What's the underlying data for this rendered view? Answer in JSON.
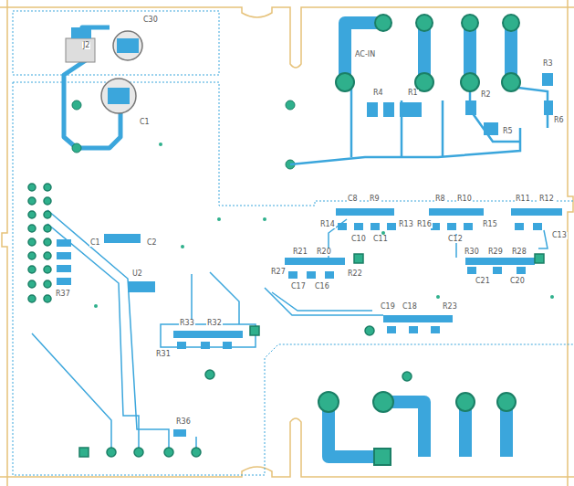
{
  "diagram": {
    "labels": [
      "J2",
      "C30",
      "C1",
      "AC-IN",
      "R4",
      "R1",
      "R2",
      "R3",
      "R5",
      "R6",
      "R14",
      "C8",
      "R9",
      "R13",
      "C10",
      "C11",
      "R16",
      "R8",
      "R10",
      "R15",
      "C12",
      "R11",
      "R12",
      "C13",
      "R27",
      "R21",
      "R20",
      "R22",
      "C17",
      "C16",
      "R30",
      "R29",
      "R28",
      "C21",
      "C20",
      "C19",
      "C18",
      "R23",
      "R33",
      "R32",
      "R31",
      "R36",
      "C1",
      "C2",
      "U2",
      "R37"
    ]
  }
}
